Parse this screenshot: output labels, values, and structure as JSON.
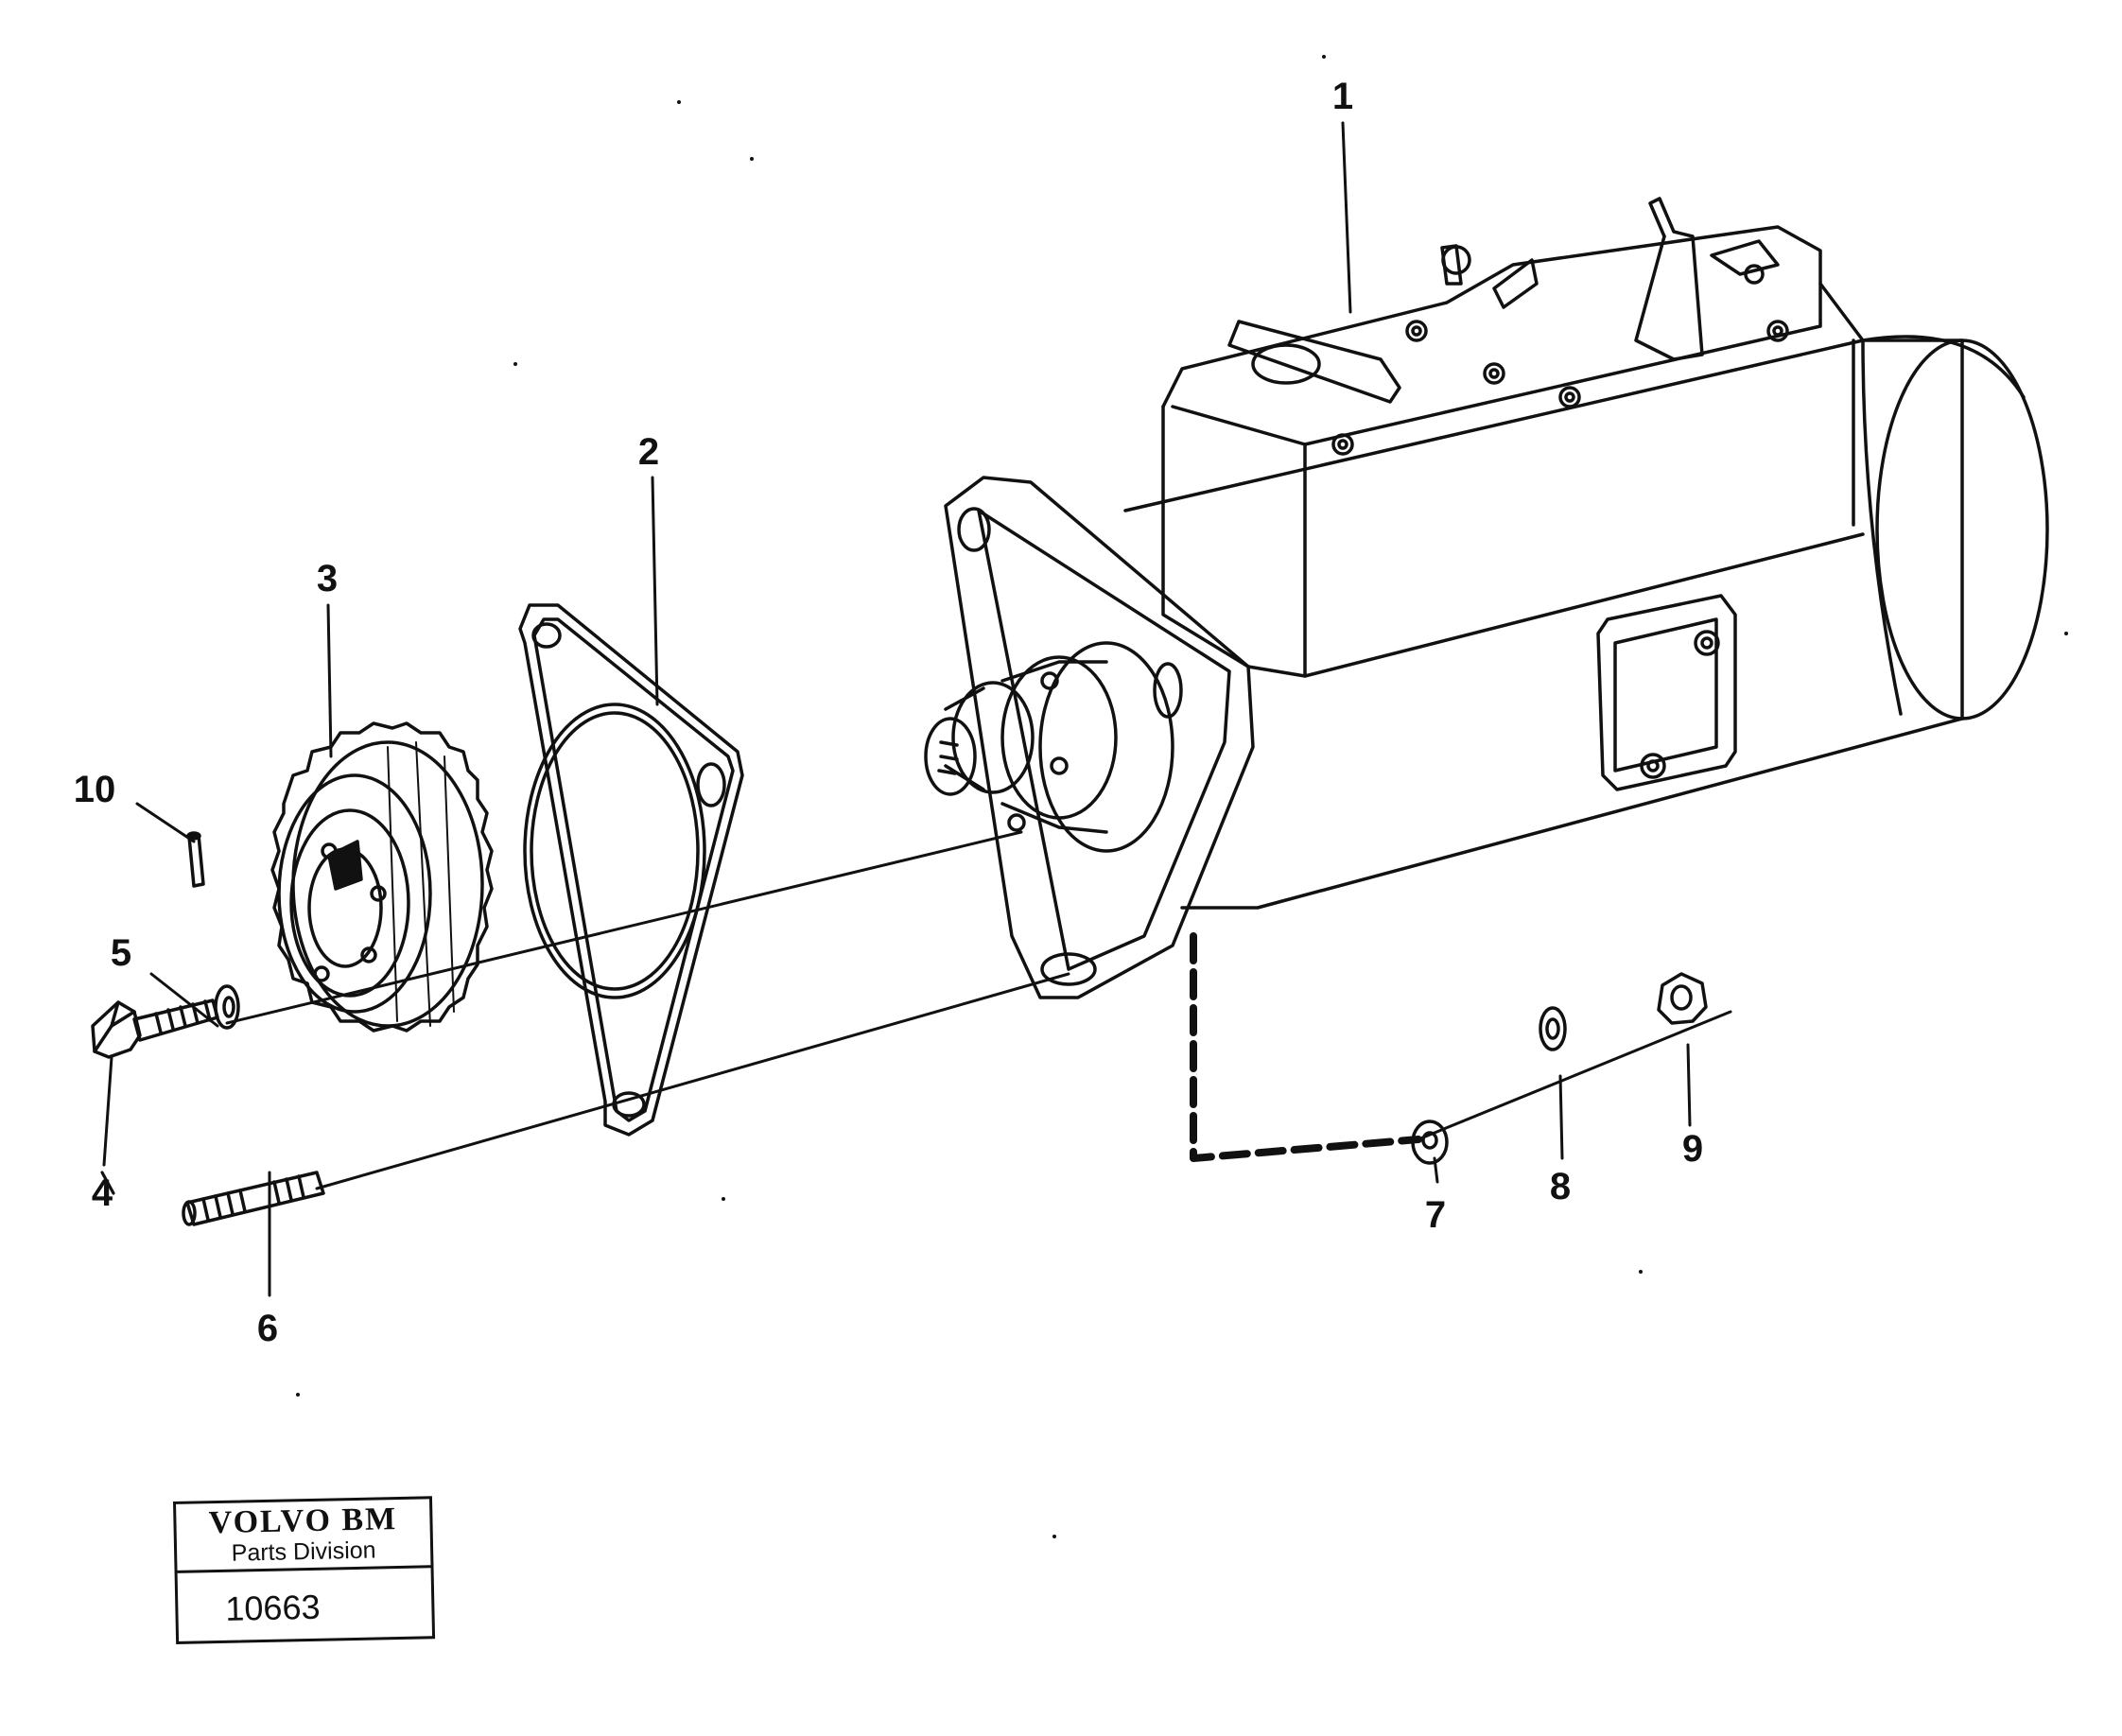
{
  "callouts": [
    {
      "id": "1",
      "label": "1"
    },
    {
      "id": "2",
      "label": "2"
    },
    {
      "id": "3",
      "label": "3"
    },
    {
      "id": "4",
      "label": "4"
    },
    {
      "id": "5",
      "label": "5"
    },
    {
      "id": "6",
      "label": "6"
    },
    {
      "id": "7",
      "label": "7"
    },
    {
      "id": "8",
      "label": "8"
    },
    {
      "id": "9",
      "label": "9"
    },
    {
      "id": "10",
      "label": "10"
    }
  ],
  "title_block": {
    "brand": "VOLVO BM",
    "division": "Parts Division",
    "number": "10663"
  },
  "parts": [
    {
      "callout": "1",
      "icon": "injection-pump-icon"
    },
    {
      "callout": "2",
      "icon": "gasket-icon"
    },
    {
      "callout": "3",
      "icon": "gear-icon"
    },
    {
      "callout": "4",
      "icon": "bolt-icon"
    },
    {
      "callout": "5",
      "icon": "washer-icon"
    },
    {
      "callout": "6",
      "icon": "stud-icon"
    },
    {
      "callout": "7",
      "icon": "washer-icon"
    },
    {
      "callout": "8",
      "icon": "spring-washer-icon"
    },
    {
      "callout": "9",
      "icon": "nut-icon"
    },
    {
      "callout": "10",
      "icon": "pin-icon"
    }
  ]
}
